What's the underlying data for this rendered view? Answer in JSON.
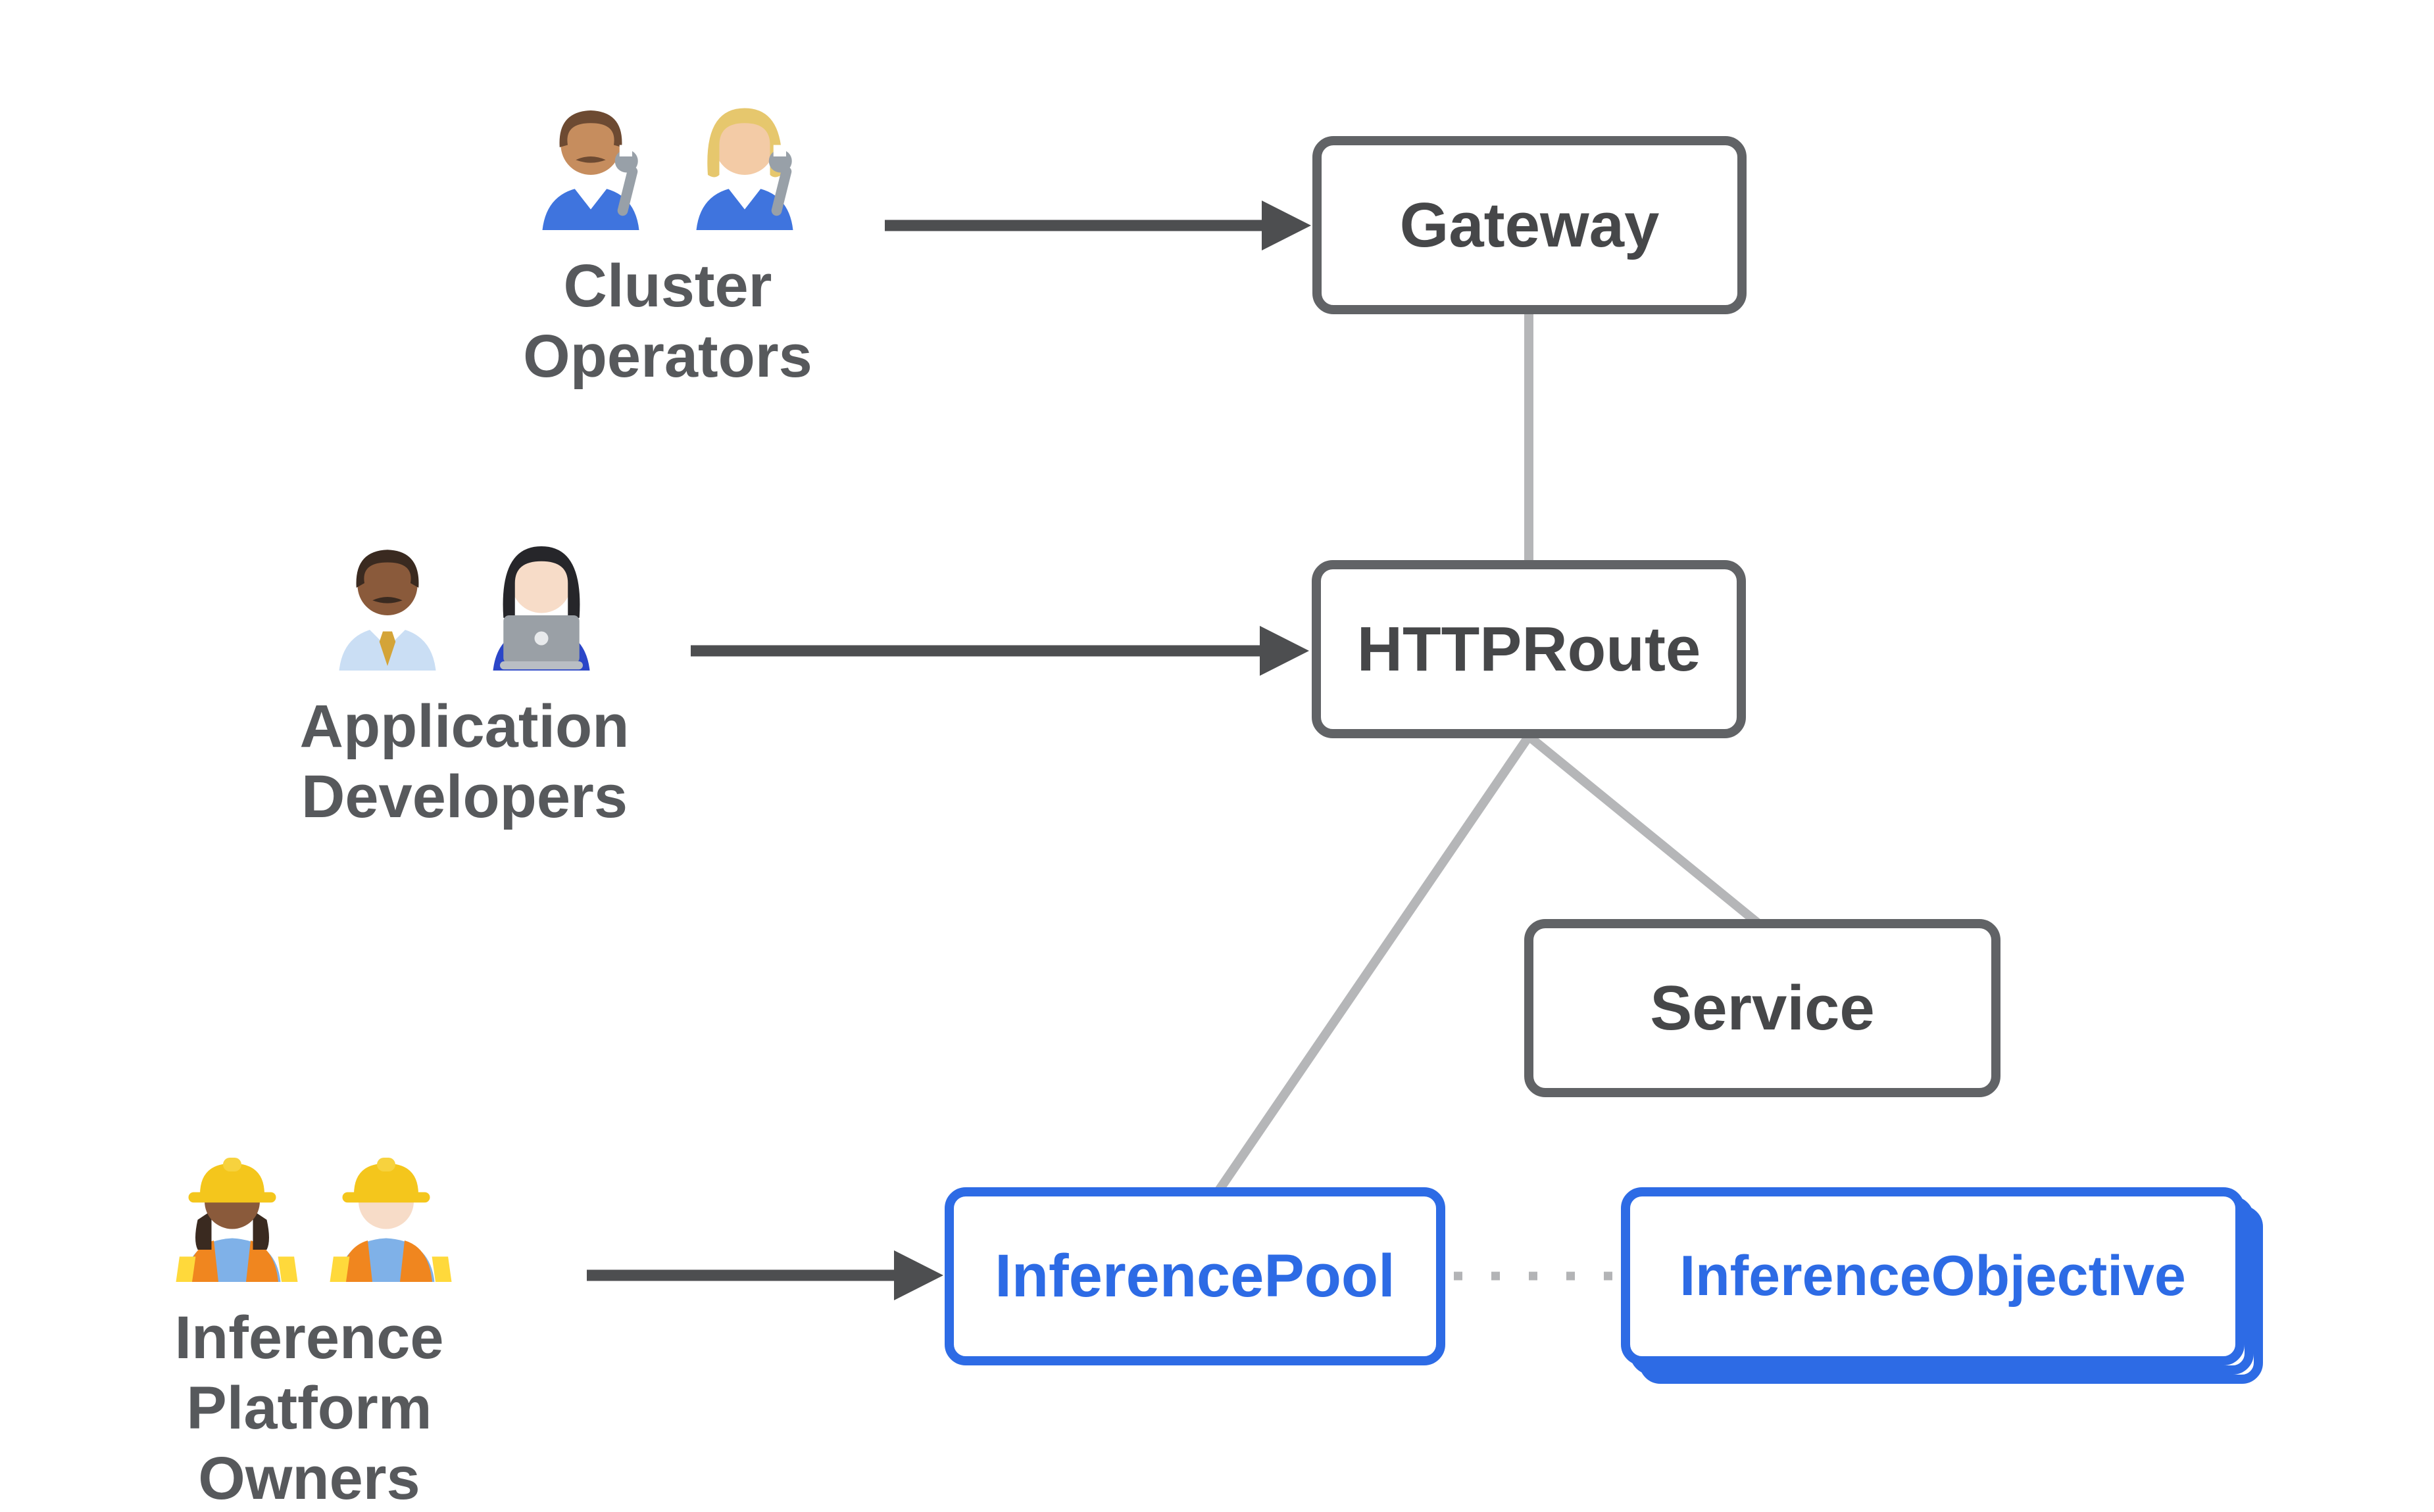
{
  "diagram": {
    "title": "Gateway API Inference Extension resource model",
    "background": "#ffffff",
    "colors": {
      "box_border_gray": "#616366",
      "box_text_gray": "#464749",
      "connector_light_gray": "#b5b6b8",
      "arrow_dark_gray": "#4d4e50",
      "accent_blue": "#2d6be5",
      "persona_label_gray": "#57595c"
    },
    "personas": [
      {
        "id": "cluster-operators",
        "label_lines": [
          "Cluster",
          "Operators"
        ],
        "icons": [
          "man-mechanic-emoji",
          "woman-mechanic-emoji"
        ]
      },
      {
        "id": "application-developers",
        "label_lines": [
          "Application",
          "Developers"
        ],
        "icons": [
          "man-office-worker-emoji",
          "woman-technologist-emoji"
        ]
      },
      {
        "id": "inference-platform-owners",
        "label_lines": [
          "Inference",
          "Platform Owners"
        ],
        "icons": [
          "woman-construction-worker-emoji",
          "man-construction-worker-emoji"
        ]
      }
    ],
    "nodes": [
      {
        "id": "gateway",
        "label": "Gateway",
        "style": "gray"
      },
      {
        "id": "httproute",
        "label": "HTTPRoute",
        "style": "gray"
      },
      {
        "id": "service",
        "label": "Service",
        "style": "gray"
      },
      {
        "id": "inferencepool",
        "label": "InferencePool",
        "style": "blue"
      },
      {
        "id": "inferenceobjective",
        "label": "InferenceObjective",
        "style": "blue-stacked"
      }
    ],
    "edges": [
      {
        "from": "cluster-operators",
        "to": "gateway",
        "type": "solid-arrow"
      },
      {
        "from": "application-developers",
        "to": "httproute",
        "type": "solid-arrow"
      },
      {
        "from": "inference-platform-owners",
        "to": "inferencepool",
        "type": "solid-arrow"
      },
      {
        "from": "gateway",
        "to": "httproute",
        "type": "plain-line"
      },
      {
        "from": "httproute",
        "to": "inferencepool",
        "type": "plain-line"
      },
      {
        "from": "httproute",
        "to": "service",
        "type": "plain-line"
      },
      {
        "from": "inferencepool",
        "to": "inferenceobjective",
        "type": "dotted-line"
      }
    ]
  }
}
